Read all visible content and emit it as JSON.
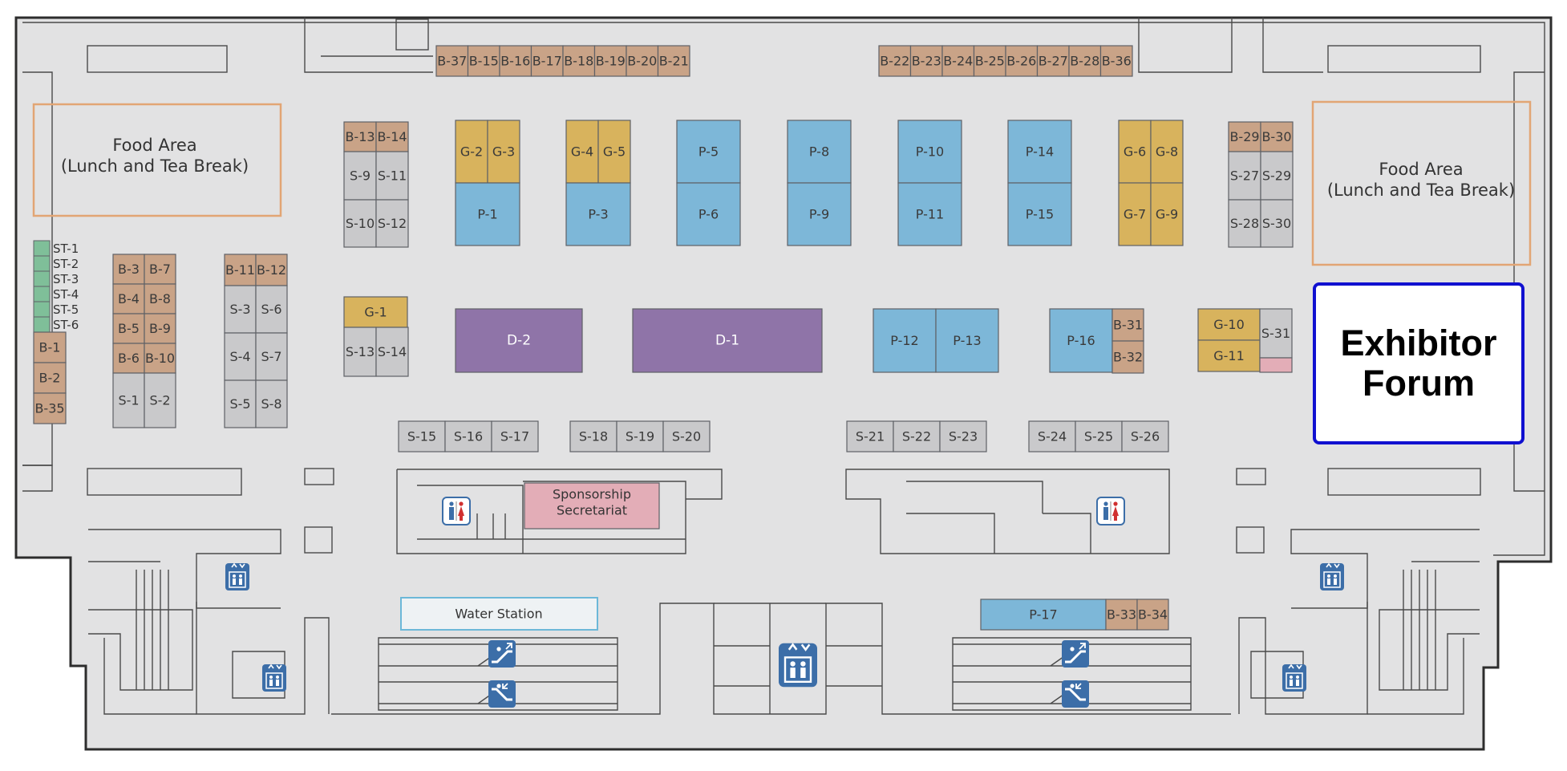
{
  "colors": {
    "floor": "#e2e2e3",
    "brown": "#c9a387",
    "silver": "#c9c9cb",
    "gold": "#d8b35d",
    "blue": "#7db7d8",
    "purple": "#8f74a8",
    "green": "#7fbf99",
    "pink": "#e3adb7",
    "food_border": "#e2a574",
    "forum_border": "#1010d0",
    "icon_blue": "#3c6ea8"
  },
  "areas": {
    "food_left": "Food Area\n(Lunch and Tea Break)",
    "food_right": "Food Area\n(Lunch and Tea Break)",
    "exhibitor_forum": "Exhibitor\nForum",
    "sponsorship": "Sponsorship\nSecretariat",
    "water_station": "Water Station"
  },
  "booths": {
    "b_top_left": [
      "B-37",
      "B-15",
      "B-16",
      "B-17",
      "B-18",
      "B-19",
      "B-20",
      "B-21"
    ],
    "b_top_right": [
      "B-22",
      "B-23",
      "B-24",
      "B-25",
      "B-26",
      "B-27",
      "B-28",
      "B-36"
    ],
    "b13_14": [
      "B-13",
      "B-14"
    ],
    "s9_11": [
      "S-9",
      "S-11"
    ],
    "s10_12": [
      "S-10",
      "S-12"
    ],
    "g2_3": [
      "G-2",
      "G-3"
    ],
    "g4_5": [
      "G-4",
      "G-5"
    ],
    "p_top": [
      "P-5",
      "P-8",
      "P-10",
      "P-14"
    ],
    "p_bottom": [
      "P-1",
      "P-3",
      "P-6",
      "P-9",
      "P-11",
      "P-15"
    ],
    "g6_8": [
      "G-6",
      "G-8"
    ],
    "g7_9": [
      "G-7",
      "G-9"
    ],
    "b29_30": [
      "B-29",
      "B-30"
    ],
    "s27_29": [
      "S-27",
      "S-29"
    ],
    "s28_30": [
      "S-28",
      "S-30"
    ],
    "st": [
      "ST-1",
      "ST-2",
      "ST-3",
      "ST-4",
      "ST-5",
      "ST-6"
    ],
    "b_left_col": [
      "B-1",
      "B-2",
      "B-35"
    ],
    "b3_block": [
      "B-3",
      "B-7",
      "B-4",
      "B-8",
      "B-5",
      "B-9",
      "B-6",
      "B-10"
    ],
    "s1_2": [
      "S-1",
      "S-2"
    ],
    "b11_12": [
      "B-11",
      "B-12"
    ],
    "s3_block": [
      "S-3",
      "S-6",
      "S-4",
      "S-7",
      "S-5",
      "S-8"
    ],
    "g1": "G-1",
    "s13_14": [
      "S-13",
      "S-14"
    ],
    "d2": "D-2",
    "d1": "D-1",
    "p12_13": [
      "P-12",
      "P-13"
    ],
    "p16": "P-16",
    "b31_32": [
      "B-31",
      "B-32"
    ],
    "g10_11": [
      "G-10",
      "G-11"
    ],
    "s31": "S-31",
    "s_row1": [
      "S-15",
      "S-16",
      "S-17"
    ],
    "s_row2": [
      "S-18",
      "S-19",
      "S-20"
    ],
    "s_row3": [
      "S-21",
      "S-22",
      "S-23"
    ],
    "s_row4": [
      "S-24",
      "S-25",
      "S-26"
    ],
    "p17": "P-17",
    "b33_34": [
      "B-33",
      "B-34"
    ]
  },
  "icons": [
    "restroom-icon",
    "elevator-icon",
    "escalator-up-icon",
    "escalator-down-icon"
  ]
}
